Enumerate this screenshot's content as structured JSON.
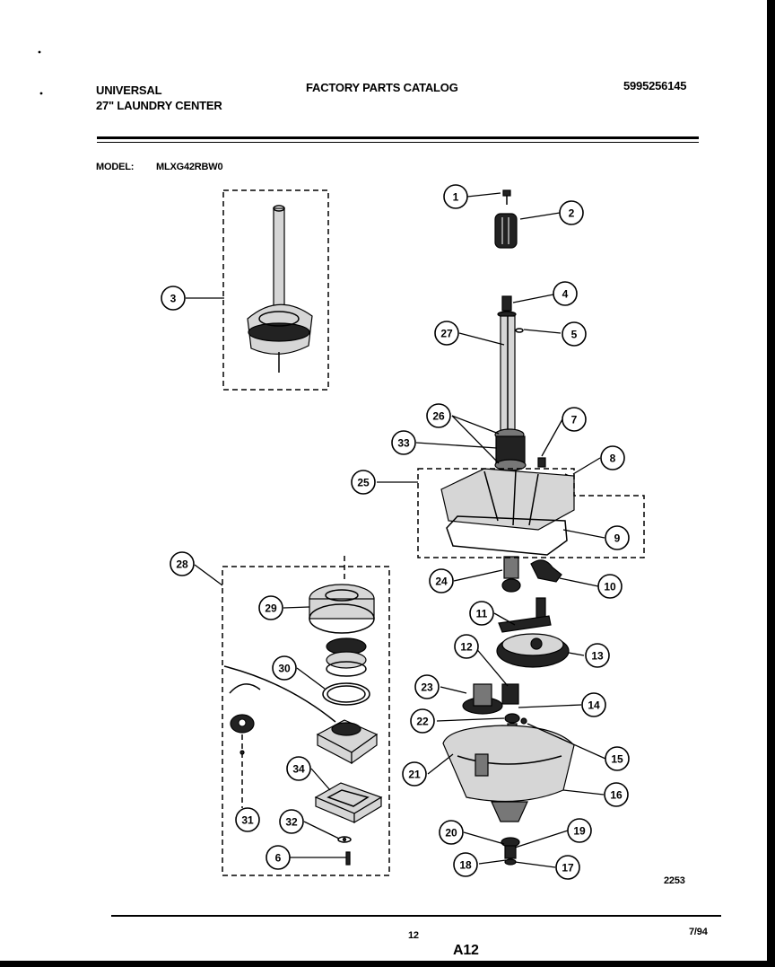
{
  "header": {
    "brand": "UNIVERSAL",
    "product": "27\" LAUNDRY CENTER",
    "catalog_title": "FACTORY PARTS CATALOG",
    "catalog_number": "5995256145",
    "model_label": "MODEL:",
    "model_number": "MLXG42RBW0"
  },
  "diagram": {
    "callouts": [
      "1",
      "2",
      "3",
      "4",
      "5",
      "27",
      "26",
      "7",
      "33",
      "8",
      "25",
      "9",
      "28",
      "24",
      "10",
      "29",
      "11",
      "13",
      "12",
      "30",
      "23",
      "14",
      "22",
      "15",
      "21",
      "16",
      "34",
      "31",
      "32",
      "6",
      "20",
      "19",
      "18",
      "17"
    ],
    "figure_code": "2253"
  },
  "footer": {
    "page_number": "12",
    "date": "7/94",
    "section": "A12"
  }
}
